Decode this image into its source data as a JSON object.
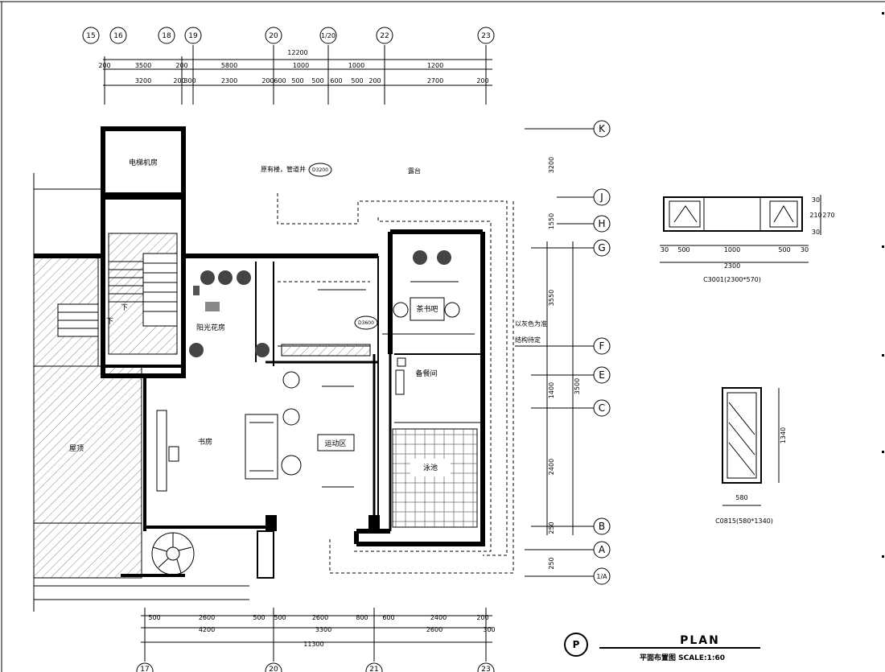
{
  "grid_top": [
    "15",
    "16",
    "18",
    "19",
    "20",
    "1/20",
    "22",
    "23"
  ],
  "grid_bottom": [
    "17",
    "20",
    "21",
    "23"
  ],
  "grid_right": [
    "K",
    "J",
    "H",
    "G",
    "F",
    "E",
    "C",
    "B",
    "A",
    "1/A"
  ],
  "dims_top_row1": [
    "200",
    "3500",
    "200",
    "5800",
    "1000",
    "1000",
    "1200"
  ],
  "dims_top_total": "12200",
  "dims_top_row2": [
    "3200",
    "200",
    "300",
    "2300",
    "200",
    "600",
    "500",
    "500",
    "600",
    "500",
    "200",
    "2700",
    "200"
  ],
  "dims_bottom_row1": [
    "500",
    "2600",
    "500",
    "500",
    "2600",
    "800",
    "600",
    "2400",
    "200"
  ],
  "dims_bottom_row2": [
    "4200",
    "3300",
    "2600",
    "300"
  ],
  "dims_bottom_total": "11300",
  "dims_right": [
    "3200",
    "1550",
    "3550",
    "1400",
    "2400",
    "3500",
    "250",
    "250"
  ],
  "rooms": {
    "elevator_room": "电梯机房",
    "sunroom": "阳光花房",
    "study": "书房",
    "gym": "运动区",
    "tea_room": "茶书吧",
    "prep_room": "备餐间",
    "pool": "泳池",
    "terrace": "露台",
    "roof": "屋顶"
  },
  "annotations": {
    "top_note": "原有楼，管道井",
    "tag1": "D3200",
    "tag2": "D3600",
    "right_note1": "以灰色为准",
    "right_note2": "结构待定",
    "down_label": "下"
  },
  "detail1": {
    "dims_right": [
      "30",
      "210",
      "30",
      "270"
    ],
    "dims_bottom": [
      "30",
      "500",
      "1000",
      "500",
      "30"
    ],
    "total": "2300",
    "label": "C3001(2300*570)"
  },
  "detail2": {
    "height": "1340",
    "width": "580",
    "label": "C0815(580*1340)"
  },
  "title": {
    "symbol": "P",
    "main": "PLAN",
    "sub": "平面布置图  SCALE:1:60"
  }
}
